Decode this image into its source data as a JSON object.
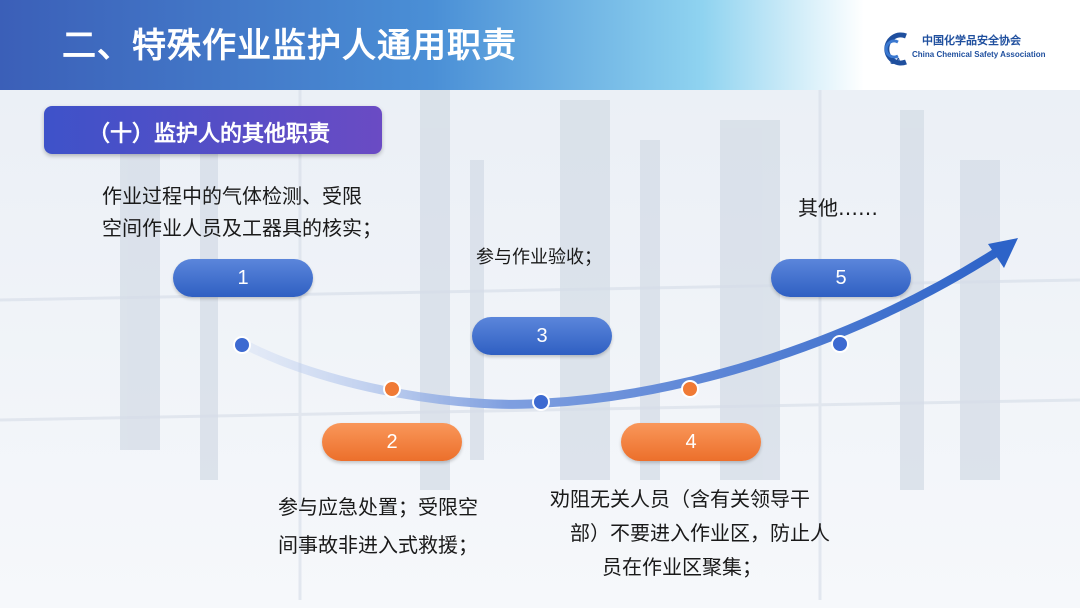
{
  "header": {
    "title": "二、特殊作业监护人通用职责",
    "logo_cn": "中国化学品安全协会",
    "logo_en": "China Chemical Safety Association"
  },
  "subheading": "（十）监护人的其他职责",
  "steps": [
    {
      "number": "1",
      "text_lines": [
        "作业过程中的气体检测、受限",
        "空间作业人员及工器具的核实；"
      ]
    },
    {
      "number": "2",
      "text_lines": [
        "参与应急处置；受限空",
        "间事故非进入式救援；"
      ]
    },
    {
      "number": "3",
      "text_lines": [
        "参与作业验收；"
      ]
    },
    {
      "number": "4",
      "text_lines": [
        "劝阻无关人员（含有关领导干",
        "部）不要进入作业区，防止人",
        "员在作业区聚集；"
      ]
    },
    {
      "number": "5",
      "text_lines": [
        "其他……"
      ]
    }
  ],
  "colors": {
    "blue": "#2f5fc2",
    "orange": "#ec6f2b",
    "header": "#3b5fb8"
  }
}
